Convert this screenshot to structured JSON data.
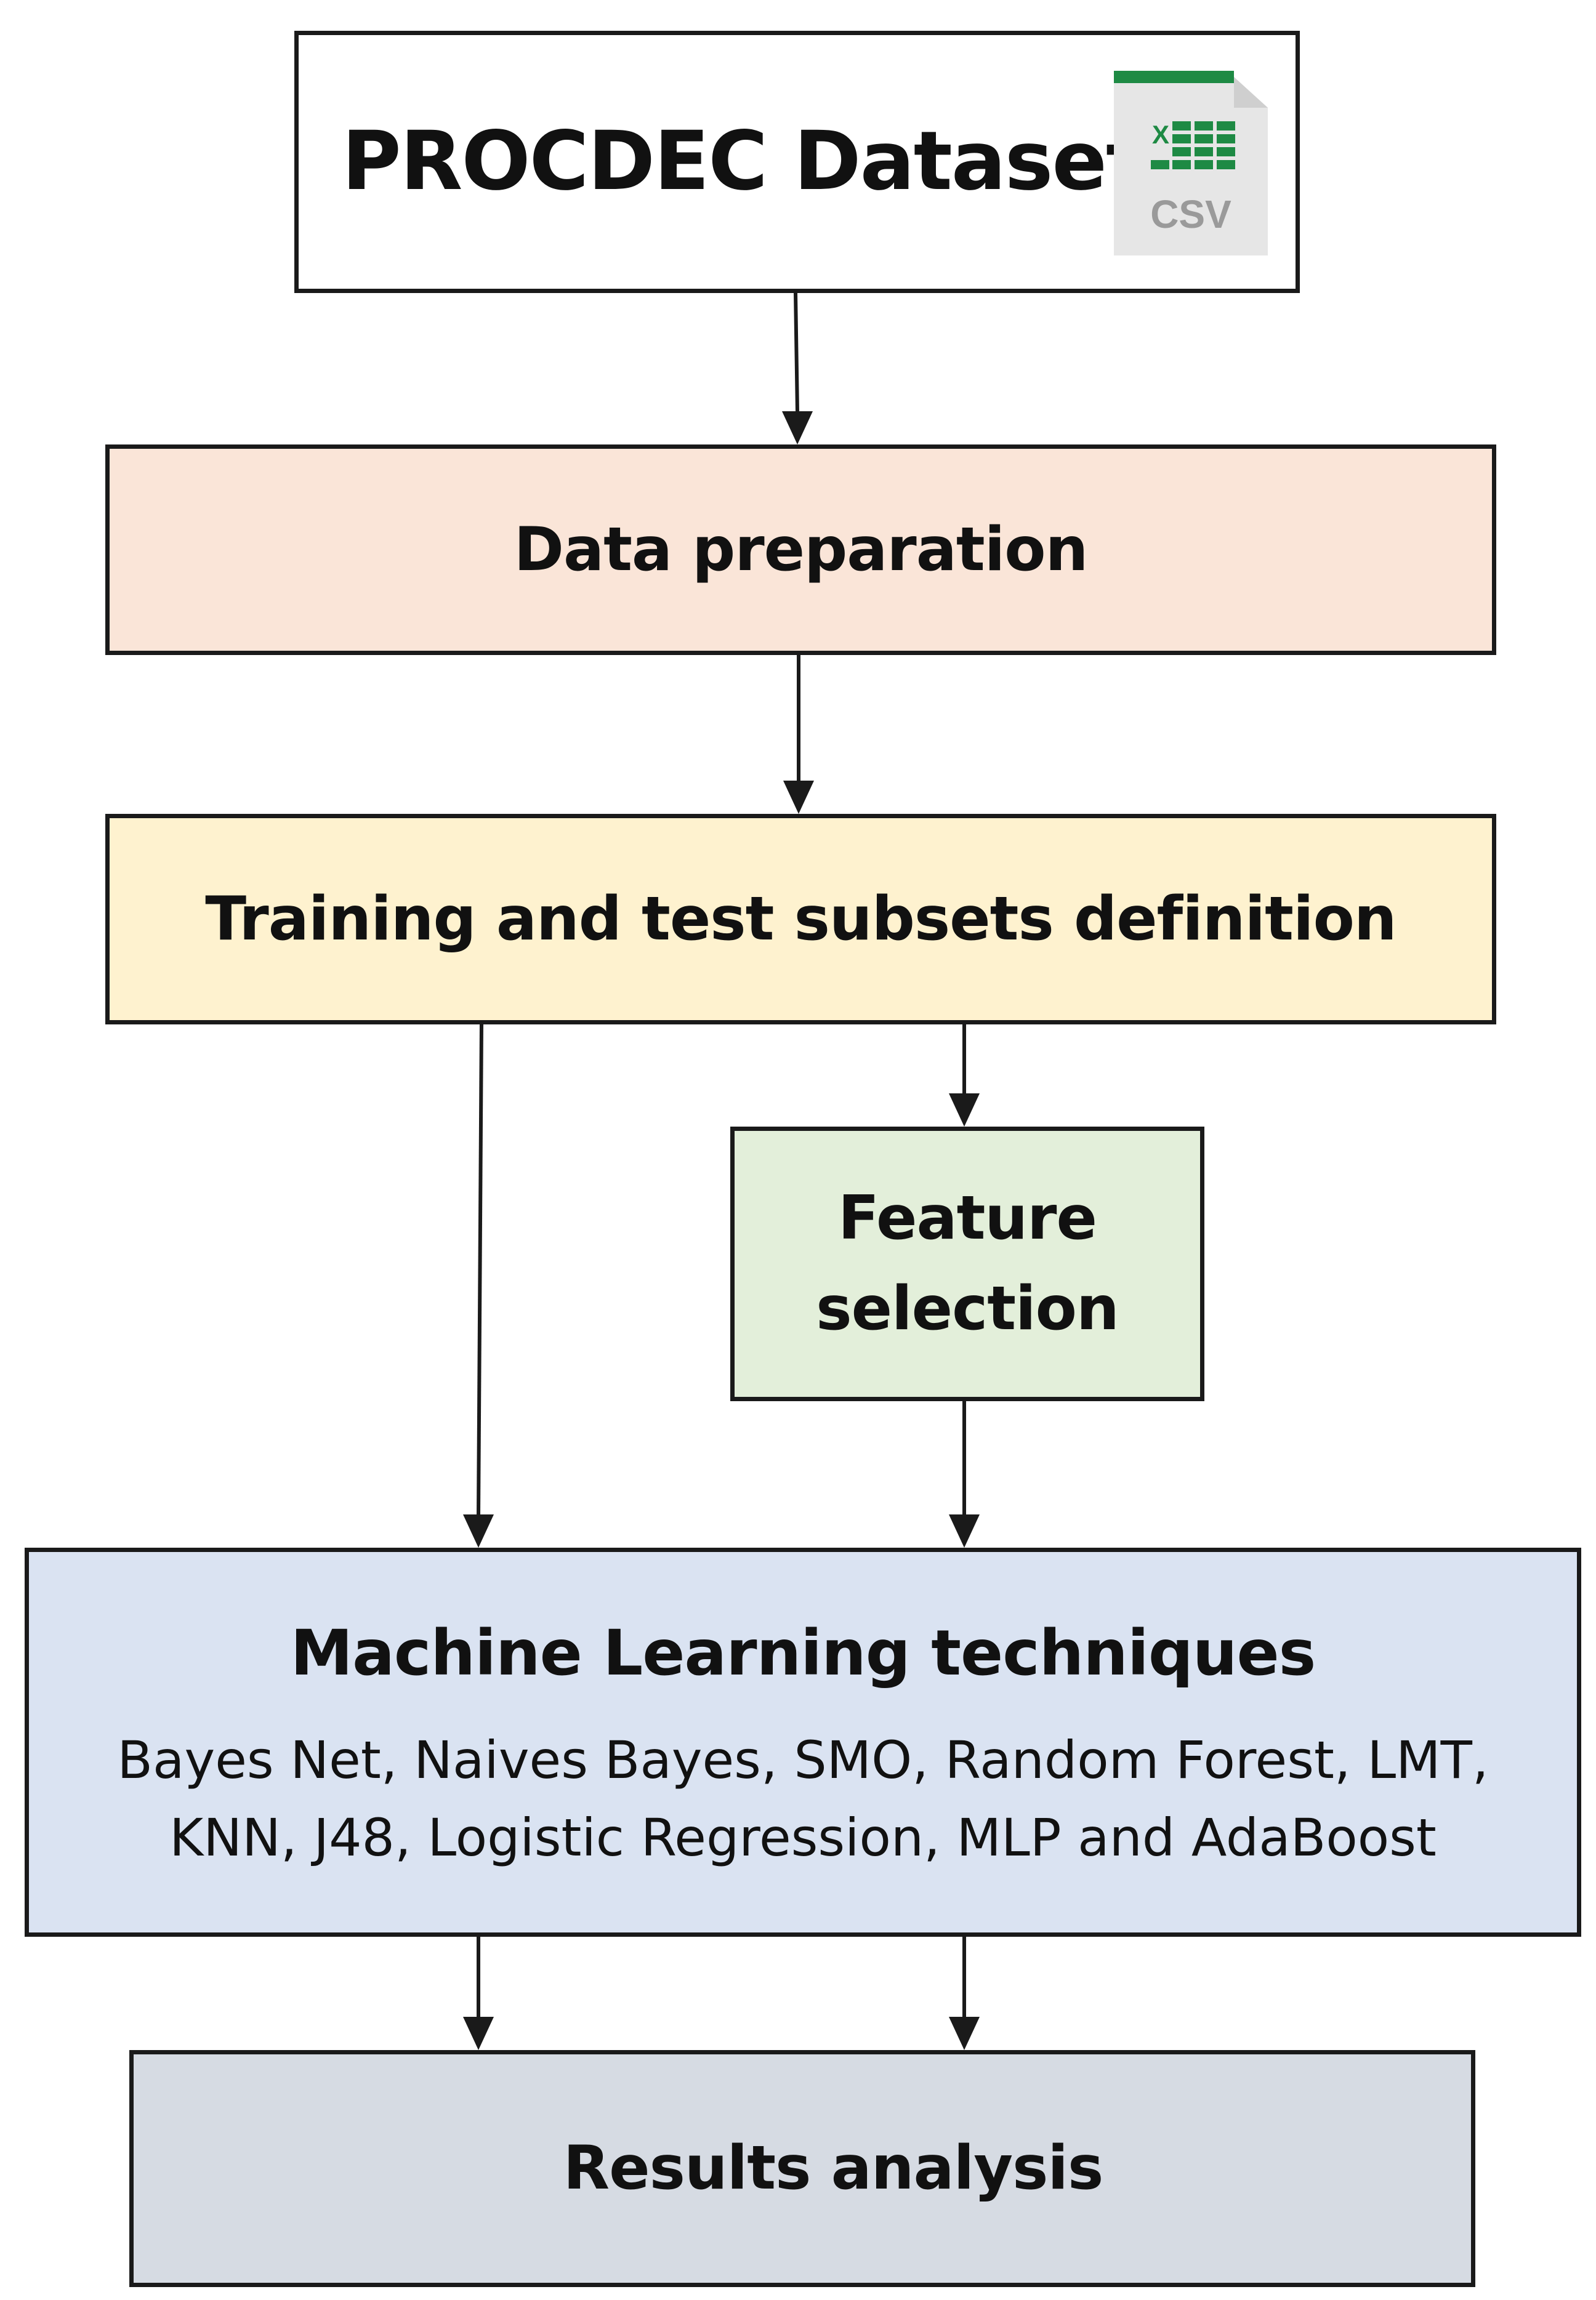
{
  "nodes": {
    "dataset": {
      "label": "PROCDEC Dataset",
      "icon": "csv-file-icon",
      "icon_text": "CSV",
      "icon_color": "#1e8a44"
    },
    "data_preparation": {
      "label": "Data preparation",
      "fill": "#fae5d8"
    },
    "subsets": {
      "label": "Training and test subsets definition",
      "fill": "#fef2cf"
    },
    "feature_selection": {
      "line1": "Feature",
      "line2": "selection",
      "fill": "#e3efda"
    },
    "ml": {
      "title": "Machine Learning techniques",
      "line1": "Bayes Net, Naives Bayes, SMO, Random Forest, LMT,",
      "line2": "KNN, J48, Logistic Regression, MLP and AdaBoost",
      "fill": "#dae3f2"
    },
    "results": {
      "label": "Results analysis",
      "fill": "#d6dbe3"
    }
  }
}
